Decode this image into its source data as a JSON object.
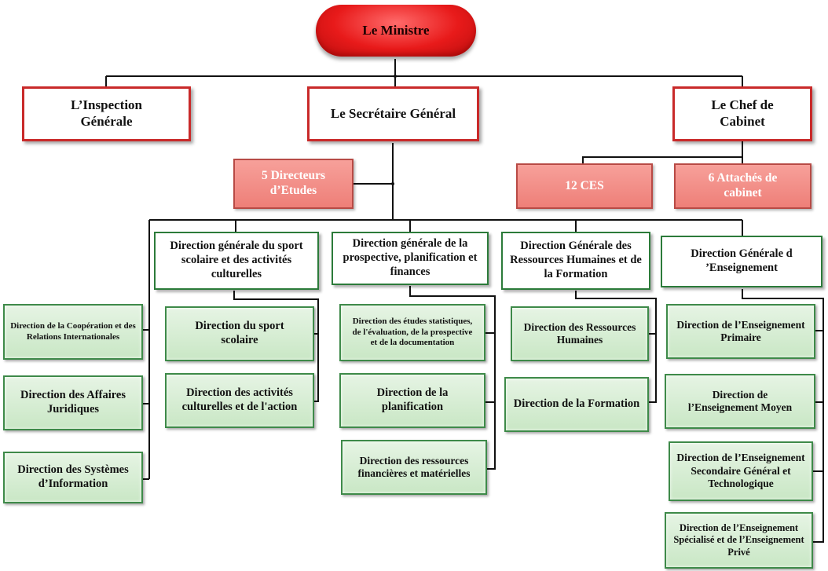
{
  "top": {
    "minister": "Le Ministre",
    "inspection": "L’Inspection Générale",
    "secretary": "Le Secrétaire Général",
    "chef": "Le Chef de Cabinet"
  },
  "staff": {
    "directeurs_etudes": "5 Directeurs d’Etudes",
    "ces": "12 CES",
    "attaches": "6 Attachés de cabinet"
  },
  "general_directions": {
    "sport": "Direction générale du sport scolaire et des activités culturelles",
    "prospective": "Direction générale de la prospective, planification et finances",
    "rh": "Direction Générale des Ressources Humaines et de la Formation",
    "enseignement": "Direction Générale d ’Enseignement"
  },
  "left_directions": [
    "Direction de la Coopération et des Relations Internationales",
    "Direction des Affaires Juridiques",
    "Direction des Systèmes d’Information"
  ],
  "sport_directions": [
    "Direction du sport scolaire",
    "Direction des activités culturelles et de l'action"
  ],
  "prospective_directions": [
    "Direction des études statistiques, de l'évaluation, de la prospective et de la documentation",
    "Direction de la planification",
    "Direction des ressources financières et matérielles"
  ],
  "rh_directions": [
    "Direction des Ressources Humaines",
    "Direction de la Formation"
  ],
  "enseignement_directions": [
    "Direction de l’Enseignement Primaire",
    "Direction de l’Enseignement Moyen",
    "Direction de l’Enseignement Secondaire Général et Technologique",
    "Direction de l’Enseignement Spécialisé et de l’Enseignement Privé"
  ],
  "colors": {
    "minister": "#e81a1a",
    "frame_red": "#c92a2a",
    "salmon": "#ee7f78",
    "green_border": "#3e8a49",
    "green_fill": "#c9e7c5"
  }
}
